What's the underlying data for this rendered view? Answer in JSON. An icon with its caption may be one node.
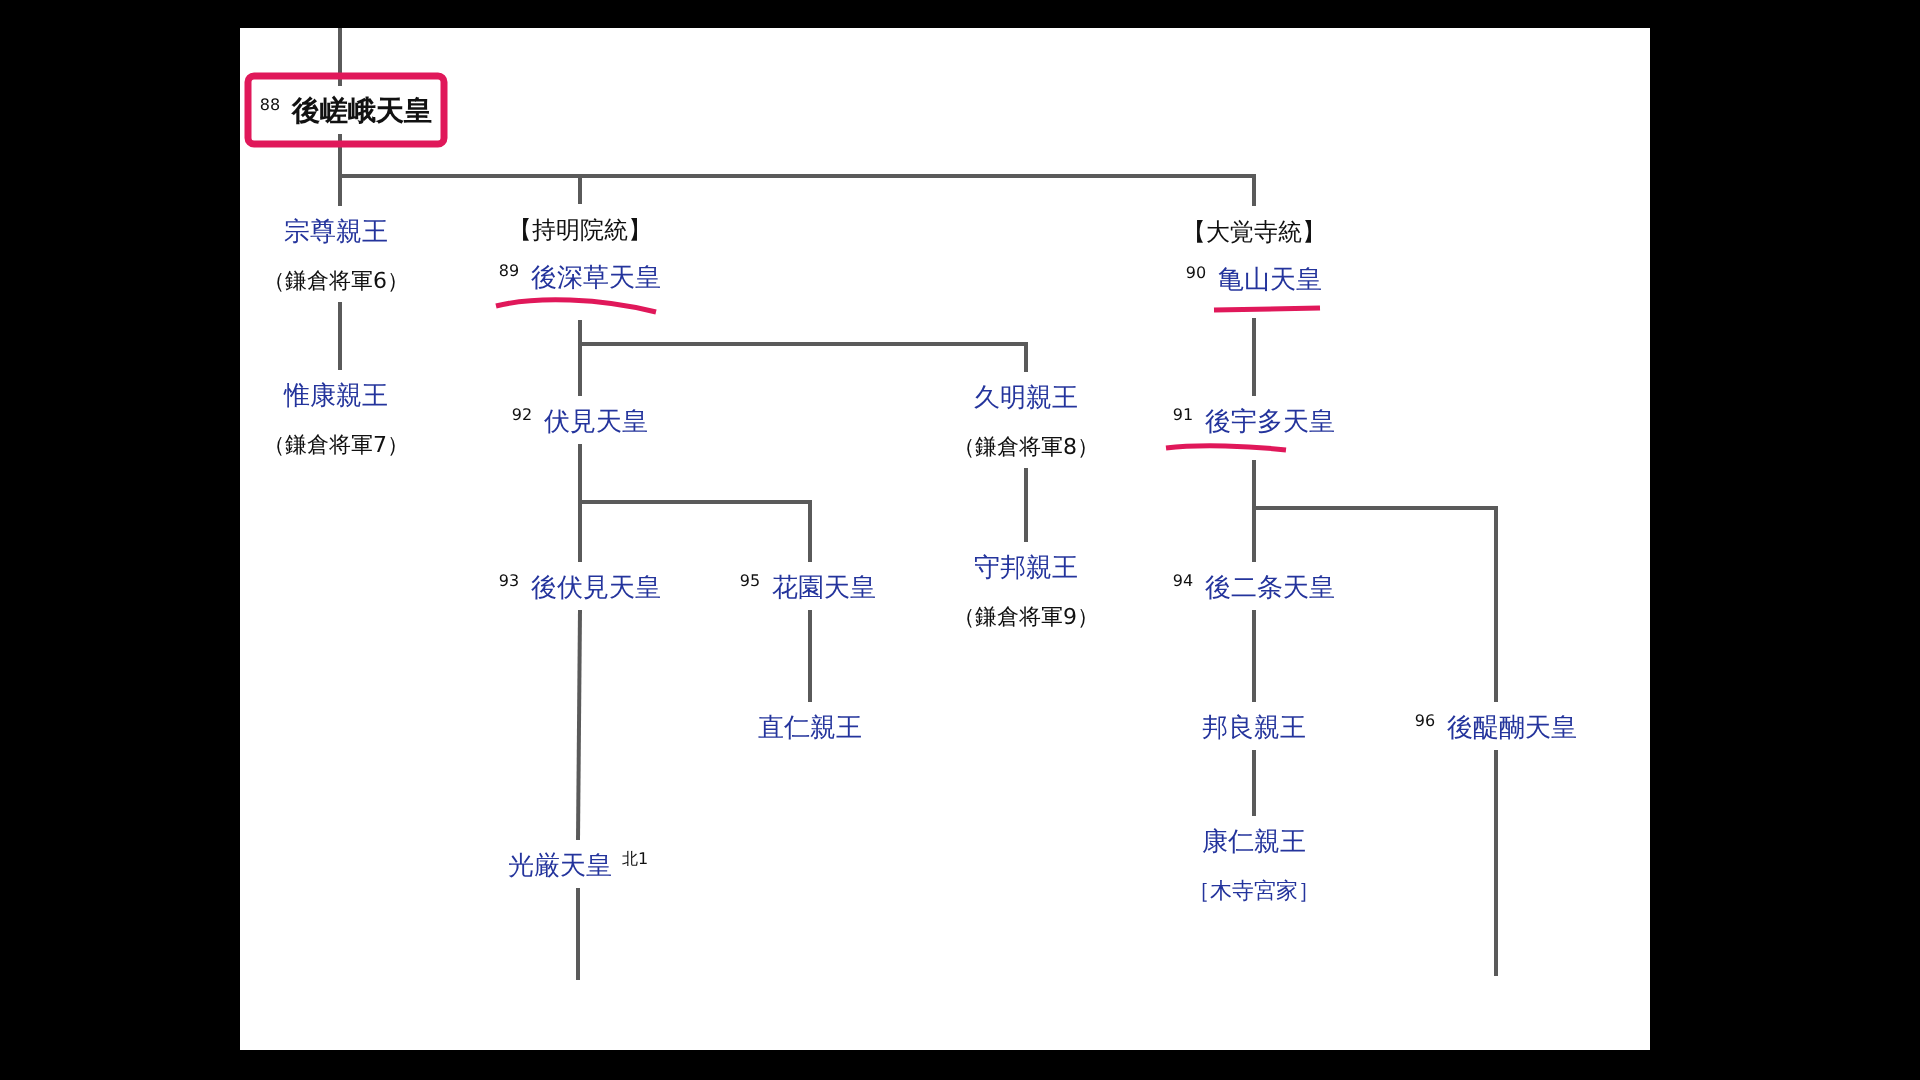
{
  "diagram": {
    "nodes": [
      {
        "text": [
          "後嵯峨天皇"
        ],
        "beside": [
          "88"
        ]
      },
      {
        "text": [
          "宗尊親王",
          "（鎌倉将軍6）"
        ]
      },
      {
        "text": [
          "【持明院統】",
          "後深草天皇"
        ],
        "beside": [
          "89"
        ]
      },
      {
        "text": [
          "【大覚寺統】",
          "亀山天皇"
        ],
        "beside": [
          "90"
        ]
      },
      {
        "text": [
          "惟康親王",
          "（鎌倉将軍7）"
        ]
      },
      {
        "text": [
          "伏見天皇"
        ],
        "beside": [
          "92"
        ]
      },
      {
        "text": [
          "久明親王",
          "（鎌倉将軍8）"
        ]
      },
      {
        "text": [
          "後宇多天皇"
        ],
        "beside": [
          "91"
        ]
      },
      {
        "text": [
          "後伏見天皇"
        ],
        "beside": [
          "93"
        ]
      },
      {
        "text": [
          "花園天皇"
        ],
        "beside": [
          "95"
        ]
      },
      {
        "text": [
          "守邦親王",
          "（鎌倉将軍9）"
        ]
      },
      {
        "text": [
          "後二条天皇"
        ],
        "beside": [
          "94"
        ]
      },
      {
        "text": [
          "直仁親王"
        ]
      },
      {
        "text": [
          "邦良親王"
        ]
      },
      {
        "text": [
          "後醍醐天皇"
        ],
        "beside": [
          "96"
        ]
      },
      {
        "text": [
          "康仁親王",
          "［木寺宮家］"
        ]
      },
      {
        "text": [
          "光厳天皇"
        ],
        "beside": [
          "北1"
        ]
      }
    ],
    "edges": [
      {
        "from": null,
        "to": 0,
        "arrow": "none"
      },
      {
        "from": 0,
        "to": 1,
        "arrow": "none"
      },
      {
        "from": 0,
        "to": 2,
        "arrow": "none"
      },
      {
        "from": 0,
        "to": 3,
        "arrow": "none"
      },
      {
        "from": 1,
        "to": 4,
        "arrow": "none"
      },
      {
        "from": 2,
        "to": 5,
        "arrow": "none"
      },
      {
        "from": 2,
        "to": 6,
        "arrow": "none"
      },
      {
        "from": 3,
        "to": 7,
        "arrow": "none"
      },
      {
        "from": 5,
        "to": 8,
        "arrow": "none"
      },
      {
        "from": 5,
        "to": 9,
        "arrow": "none"
      },
      {
        "from": 6,
        "to": 10,
        "arrow": "none"
      },
      {
        "from": 7,
        "to": 11,
        "arrow": "none"
      },
      {
        "from": 7,
        "to": 14,
        "arrow": "none"
      },
      {
        "from": 8,
        "to": 16,
        "arrow": "none"
      },
      {
        "from": 9,
        "to": 12,
        "arrow": "none"
      },
      {
        "from": 11,
        "to": 13,
        "arrow": "none"
      },
      {
        "from": 13,
        "to": 15,
        "arrow": "none"
      },
      {
        "from": 16,
        "to": null,
        "arrow": "none"
      },
      {
        "from": 14,
        "to": null,
        "arrow": "none"
      }
    ]
  }
}
